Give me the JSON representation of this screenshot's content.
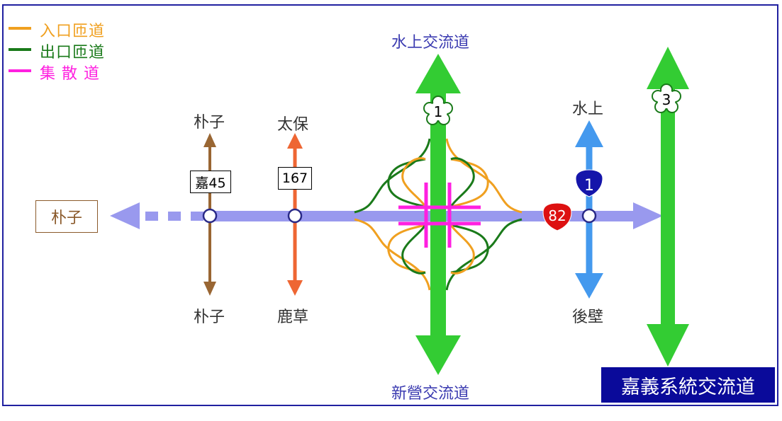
{
  "legend": {
    "items": [
      {
        "label": "入口匝道",
        "color": "#f0a020"
      },
      {
        "label": "出口匝道",
        "color": "#1a7a1a"
      },
      {
        "label": "集 散 道",
        "color": "#ff20e0"
      }
    ]
  },
  "colors": {
    "provincial82": "#9999ee",
    "freeway": "#33cc33",
    "county": "#996633",
    "road167": "#ee6633",
    "route1": "#4499ee",
    "shield82": "#dd1111",
    "shield1": "#1515aa",
    "entrance": "#f0a020",
    "exit": "#1a7a1a",
    "collector": "#ff20e0"
  },
  "places": {
    "west_box": "朴子",
    "puzi_north": "朴子",
    "puzi_south": "朴子",
    "taibao": "太保",
    "lucao": "鹿草",
    "shuishang_route": "水上",
    "houbi": "後壁",
    "shuishang_ic": "水上交流道",
    "xinying_ic": "新營交流道",
    "junction": "嘉義系統交流道"
  },
  "routes": {
    "county_45": "嘉45",
    "road_167": "167",
    "freeway_1": "1",
    "freeway_3": "3",
    "provincial_1": "1",
    "expressway_82": "82"
  }
}
